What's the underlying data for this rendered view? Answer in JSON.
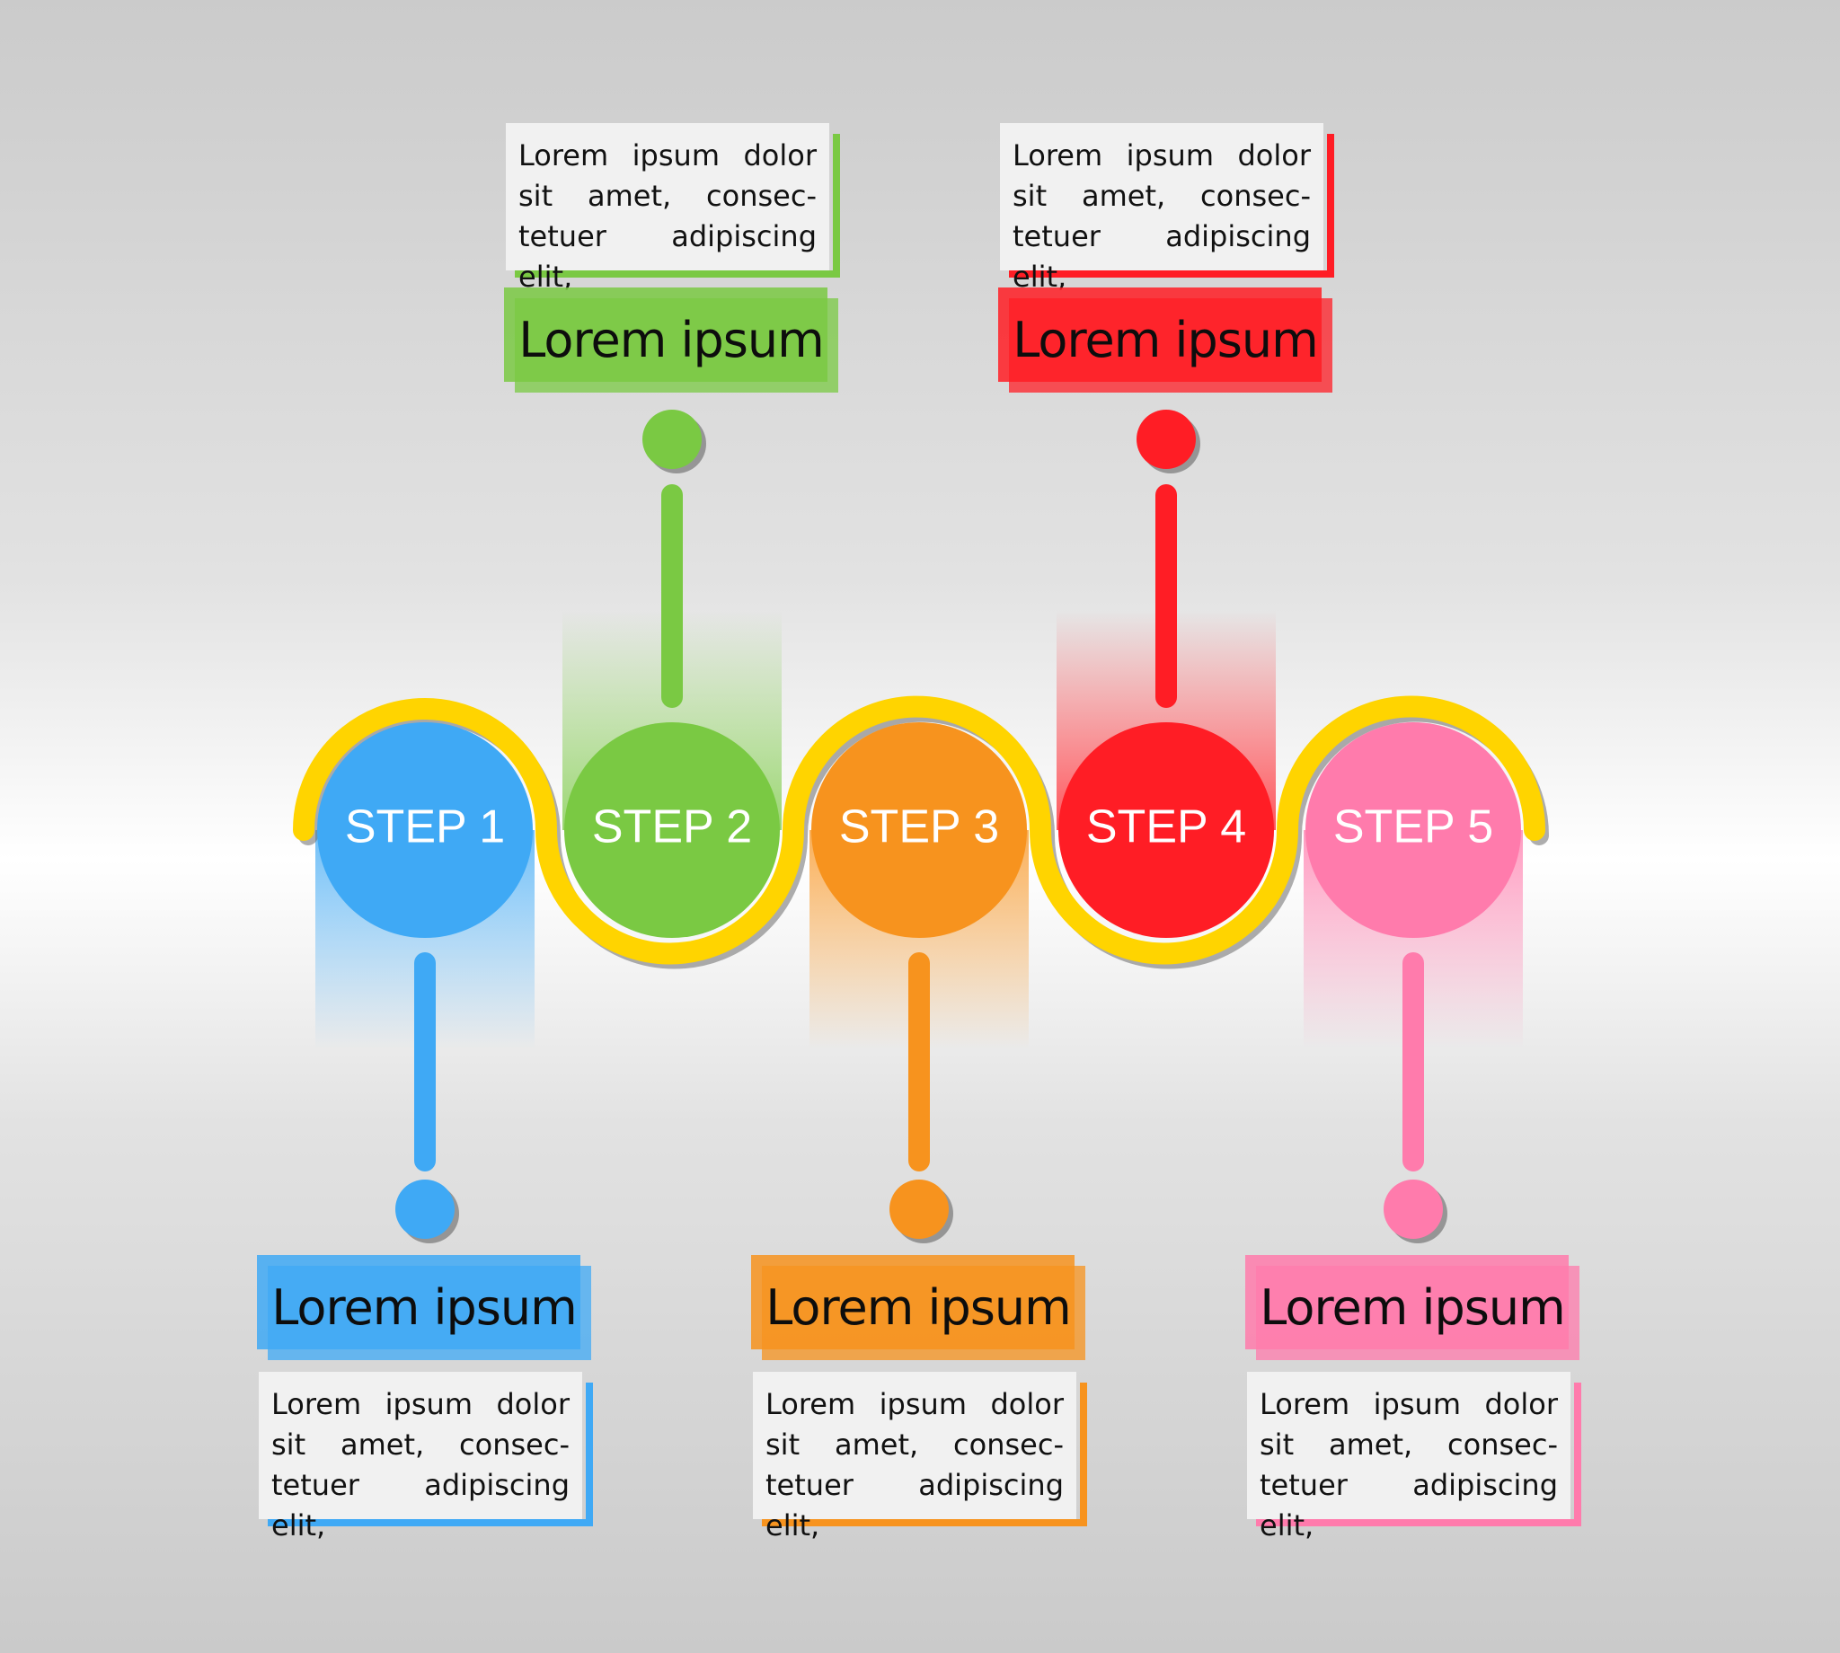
{
  "wave_color": "#ffd400",
  "steps": [
    {
      "label": "STEP 1",
      "color": "#3fa9f5",
      "position": "bottom",
      "title": "Lorem ipsum",
      "text_lines": [
        "Lorem ipsum dolor",
        "sit amet, consec-",
        "tetuer adipiscing elit,"
      ]
    },
    {
      "label": "STEP 2",
      "color": "#7ac943",
      "position": "top",
      "title": "Lorem ipsum",
      "text_lines": [
        "Lorem ipsum dolor",
        "sit amet, consec-",
        "tetuer adipiscing elit,"
      ]
    },
    {
      "label": "STEP 3",
      "color": "#f7931e",
      "position": "bottom",
      "title": "Lorem ipsum",
      "text_lines": [
        "Lorem ipsum dolor",
        "sit amet, consec-",
        "tetuer adipiscing elit,"
      ]
    },
    {
      "label": "STEP 4",
      "color": "#ff1d25",
      "position": "top",
      "title": "Lorem ipsum",
      "text_lines": [
        "Lorem ipsum dolor",
        "sit amet, consec-",
        "tetuer adipiscing elit,"
      ]
    },
    {
      "label": "STEP 5",
      "color": "#ff7bac",
      "position": "bottom",
      "title": "Lorem ipsum",
      "text_lines": [
        "Lorem ipsum dolor",
        "sit amet, consec-",
        "tetuer adipiscing elit,"
      ]
    }
  ]
}
